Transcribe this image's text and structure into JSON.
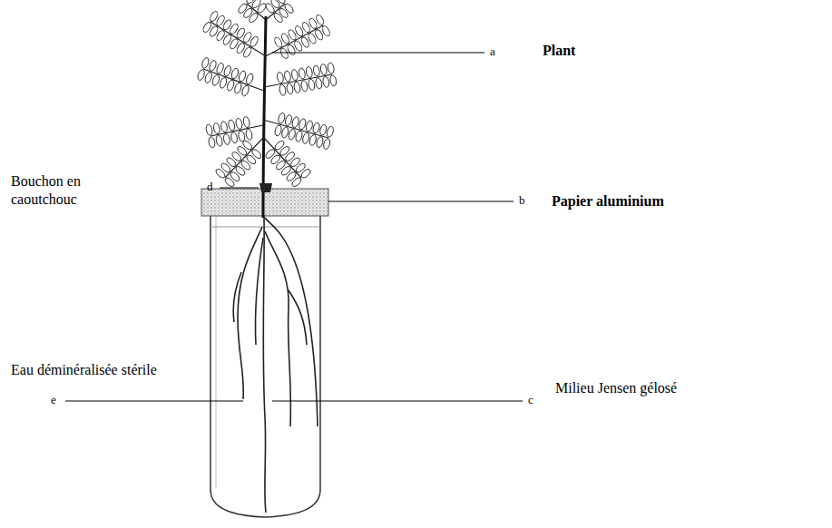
{
  "diagram": {
    "labels": [
      "Plant",
      "a",
      "Papier aluminium",
      "b",
      "Bouchon en caoutchouc",
      "d",
      "Eau déminéralisée stérile",
      "e",
      "Milieu Jensen gélosé",
      "c"
    ]
  }
}
